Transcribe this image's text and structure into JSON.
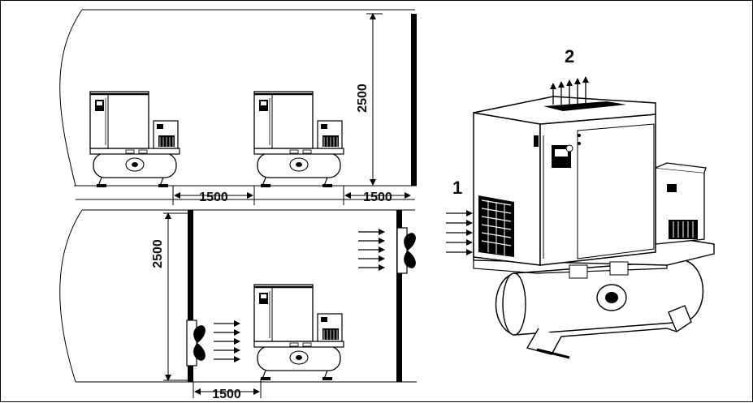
{
  "top_room": {
    "height_label": "2500",
    "spacing_between_label": "1500",
    "spacing_wall_label": "1500"
  },
  "bottom_room": {
    "height_label": "2500",
    "spacing_wall_label": "1500"
  },
  "callouts": {
    "inlet": "1",
    "outlet": "2"
  },
  "icons": [
    "compressor-unit",
    "fan",
    "airflow-arrow"
  ]
}
